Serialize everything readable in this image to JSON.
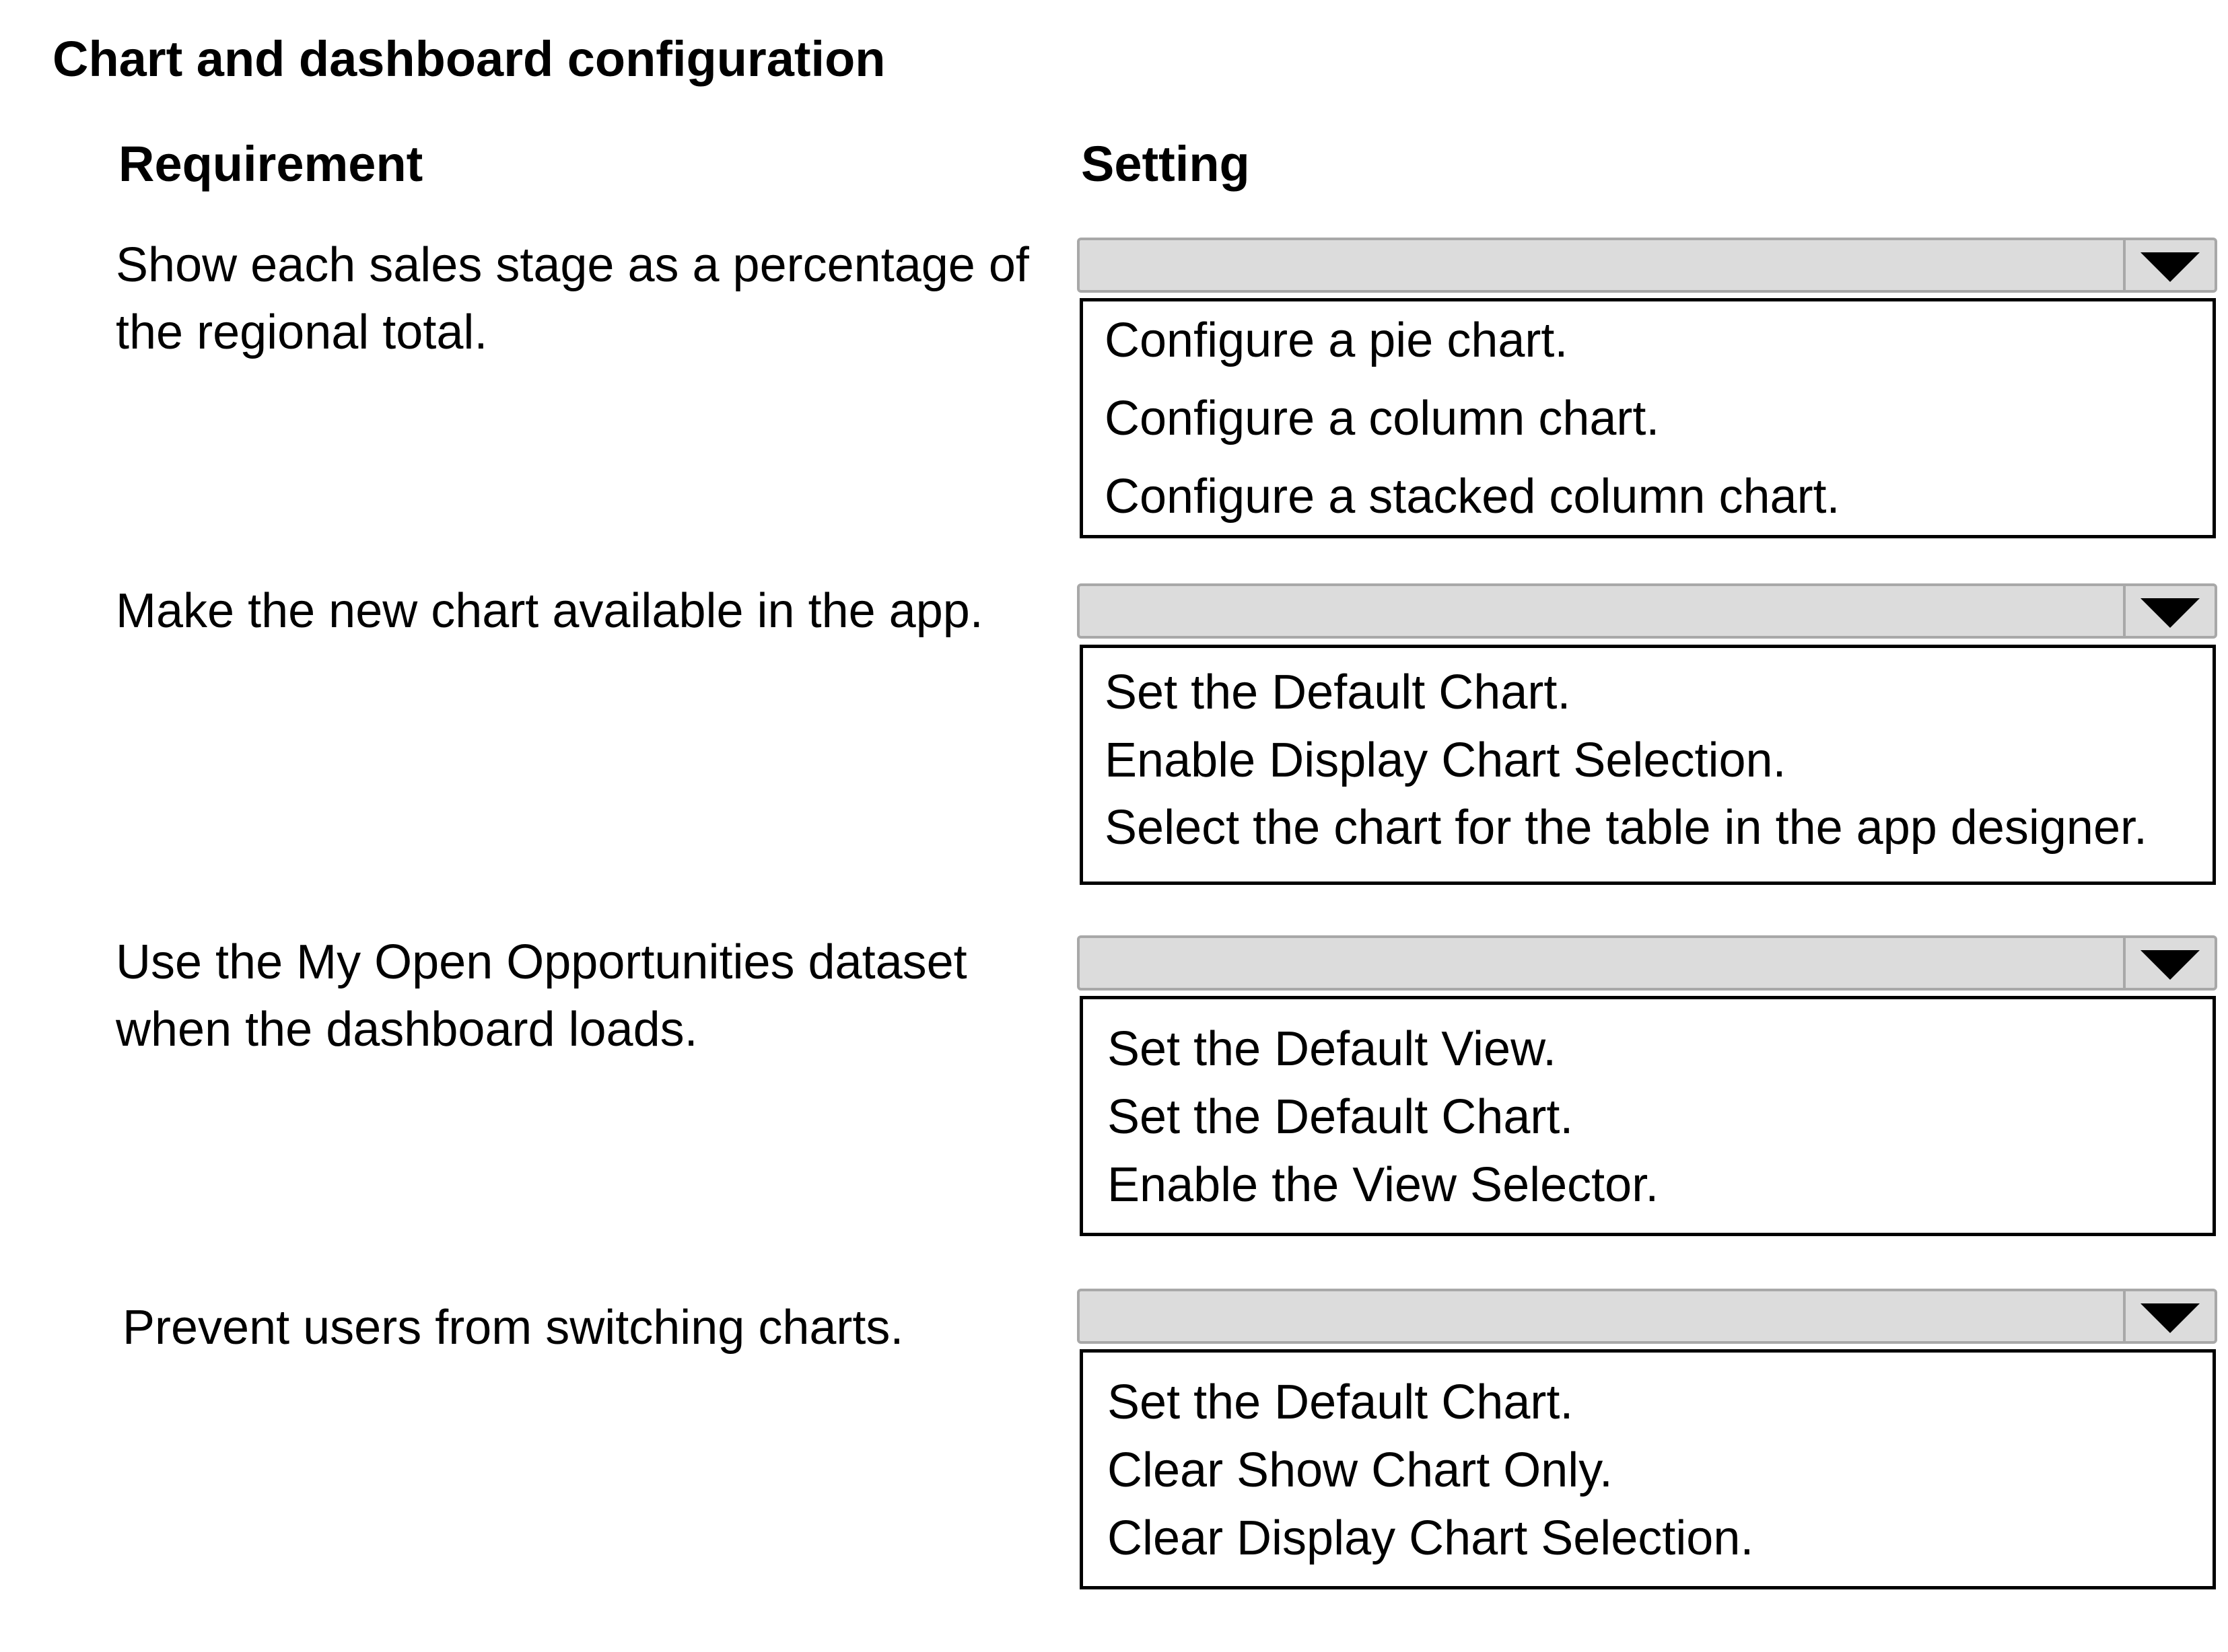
{
  "title": "Chart and dashboard configuration",
  "headers": {
    "requirement": "Requirement",
    "setting": "Setting"
  },
  "rows": [
    {
      "requirement": "Show each sales stage as a percentage of the regional total.",
      "selected": "",
      "options": [
        "Configure a pie chart.",
        "Configure a column chart.",
        "Configure a stacked column chart."
      ]
    },
    {
      "requirement": "Make the new chart available in the app.",
      "selected": "",
      "options": [
        "Set the Default Chart.",
        "Enable Display Chart Selection.",
        "Select the chart for the table in the app designer."
      ]
    },
    {
      "requirement": "Use the My Open Opportunities dataset when the dashboard loads.",
      "selected": "",
      "options": [
        "Set the Default View.",
        "Set the Default Chart.",
        "Enable the View Selector."
      ]
    },
    {
      "requirement": "Prevent users from switching charts.",
      "selected": "",
      "options": [
        "Set the Default Chart.",
        "Clear Show Chart Only.",
        "Clear Display Chart Selection."
      ]
    }
  ],
  "colors": {
    "dropdown_fill": "#dcdcdc",
    "dropdown_border": "#a8a8a8",
    "box_border": "#000000"
  },
  "icons": {
    "dropdown_arrow": "triangle-down-icon"
  }
}
